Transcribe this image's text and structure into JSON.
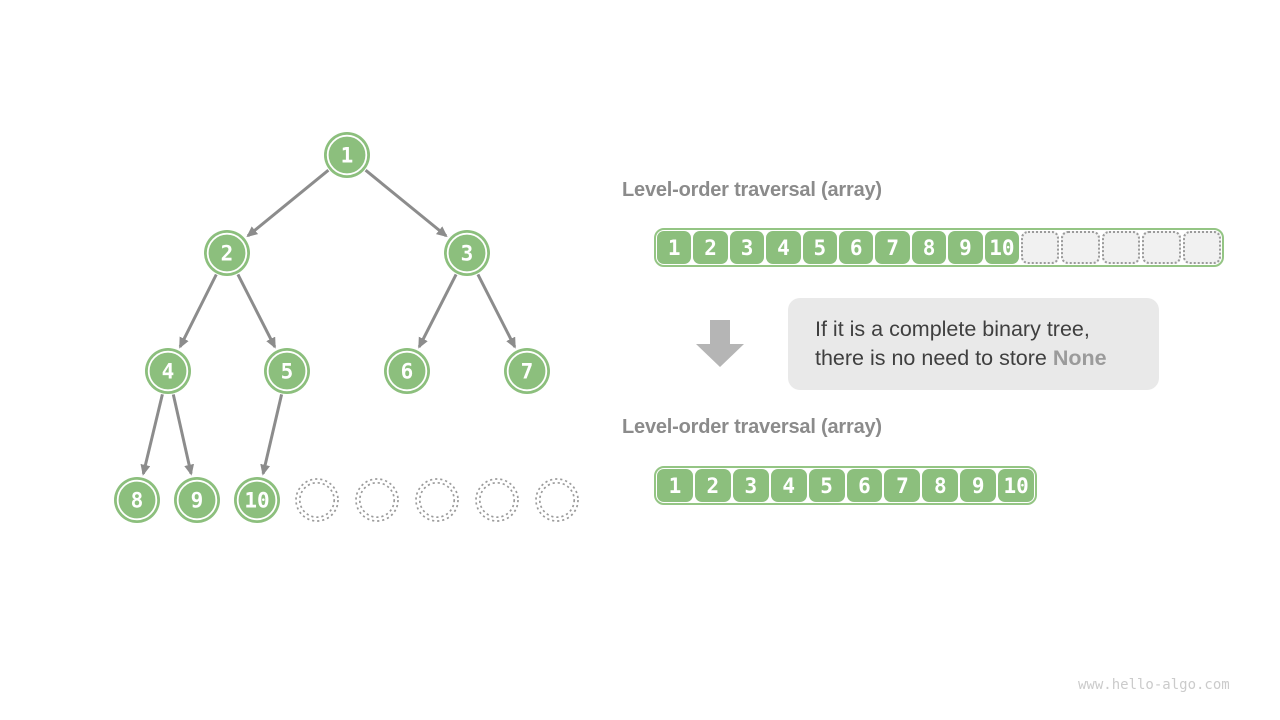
{
  "tree": {
    "nodes": [
      "1",
      "2",
      "3",
      "4",
      "5",
      "6",
      "7",
      "8",
      "9",
      "10"
    ],
    "empty_node_count": 5
  },
  "top_panel": {
    "title": "Level-order traversal (array)",
    "cells": [
      "1",
      "2",
      "3",
      "4",
      "5",
      "6",
      "7",
      "8",
      "9",
      "10"
    ],
    "empty_cell_count": 5
  },
  "callout": {
    "line1": "If it is a complete binary tree,",
    "line2_prefix": "there is no need to store ",
    "line2_highlight": "None"
  },
  "bottom_panel": {
    "title": "Level-order traversal (array)",
    "cells": [
      "1",
      "2",
      "3",
      "4",
      "5",
      "6",
      "7",
      "8",
      "9",
      "10"
    ]
  },
  "watermark": "www.hello-algo.com",
  "colors": {
    "node_green": "#8cbf7d",
    "array_border_green": "#94c584",
    "edge_gray": "#8c8c8c",
    "title_gray": "#8b8b8b",
    "callout_bg": "#e9e9e9",
    "callout_text": "#3f3f3f",
    "none_highlight": "#9b9b9b",
    "empty_cell_bg": "#f1f1f1",
    "block_arrow_gray": "#b5b5b5",
    "watermark_gray": "#cbcbcb"
  }
}
